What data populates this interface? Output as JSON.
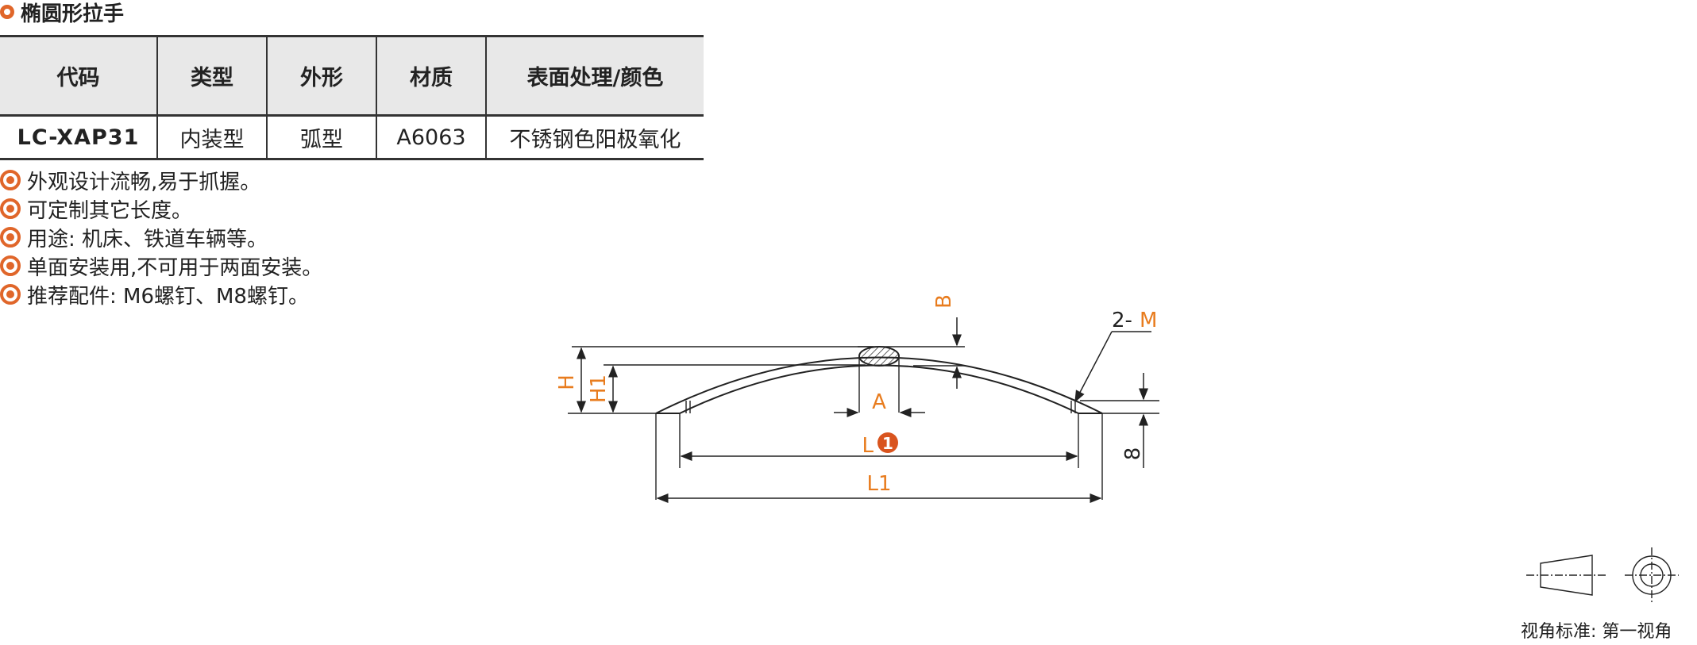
{
  "section": {
    "title": "椭圆形拉手"
  },
  "table": {
    "headers": [
      "代码",
      "类型",
      "外形",
      "材质",
      "表面处理/颜色"
    ],
    "row": {
      "code": "LC-XAP31",
      "type": "内装型",
      "shape": "弧型",
      "material": "A6063",
      "finish": "不锈钢色阳极氧化"
    }
  },
  "features": [
    "外观设计流畅,易于抓握。",
    "可定制其它长度。",
    "用途: 机床、铁道车辆等。",
    "单面安装用,不可用于两面安装。",
    "推荐配件: M6螺钉、M8螺钉。"
  ],
  "drawing": {
    "labels": {
      "H": "H",
      "H1": "H1",
      "B": "B",
      "A": "A",
      "L": "L",
      "L_badge": "1",
      "L1": "L1",
      "holes_prefix": "2-",
      "holes_M": "M",
      "thickness": "8"
    },
    "colors": {
      "accent": "#e87c1e",
      "badge": "#d9541e"
    }
  },
  "projection": {
    "label": "视角标准: 第一视角"
  },
  "colors": {
    "bullet": "#e0662a",
    "code_text": "#3a6f9e",
    "header_bg": "#e8e8e8"
  }
}
